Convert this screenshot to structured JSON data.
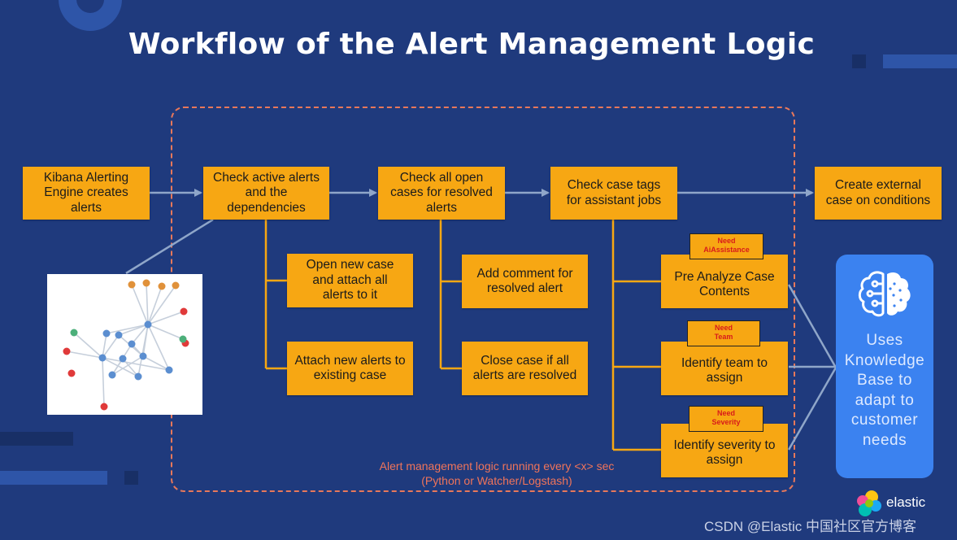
{
  "title": "Workflow of the Alert Management Logic",
  "nodes": {
    "kibana": "Kibana Alerting Engine creates alerts",
    "check_active": "Check active alerts and the dependencies",
    "check_open": "Check all open cases for resolved alerts",
    "check_tags": "Check case tags for assistant jobs",
    "create_external": "Create external case on conditions",
    "open_new_case": "Open new case and attach all alerts to it",
    "attach_alerts": "Attach new alerts to existing case",
    "add_comment": "Add comment for resolved alert",
    "close_case": "Close case if all alerts are resolved",
    "pre_analyze": "Pre Analyze Case Contents",
    "identify_team": "Identify team to assign",
    "identify_severity": "Identify severity to assign"
  },
  "tags": {
    "ai": {
      "need": "Need",
      "label": "AiAssistance"
    },
    "team": {
      "need": "Need",
      "label": "Team"
    },
    "severity": {
      "need": "Need",
      "label": "Severity"
    }
  },
  "knowledge_base": "Uses Knowledge Base to adapt to customer needs",
  "loop_note_line1": "Alert management logic running every <x> sec",
  "loop_note_line2": "(Python or Watcher/Logstash)",
  "brand": "elastic",
  "watermark": "CSDN @Elastic 中国社区官方博客",
  "colors": {
    "background": "#1f3a7d",
    "box": "#f7a713",
    "arrow": "#8fa6c9",
    "dashed_border": "#e8785a",
    "knowledge_base": "#3b82f0",
    "note_text": "#f0745a"
  },
  "icons": [
    "brain-icon",
    "elastic-logo-icon",
    "network-graph-thumbnail"
  ]
}
